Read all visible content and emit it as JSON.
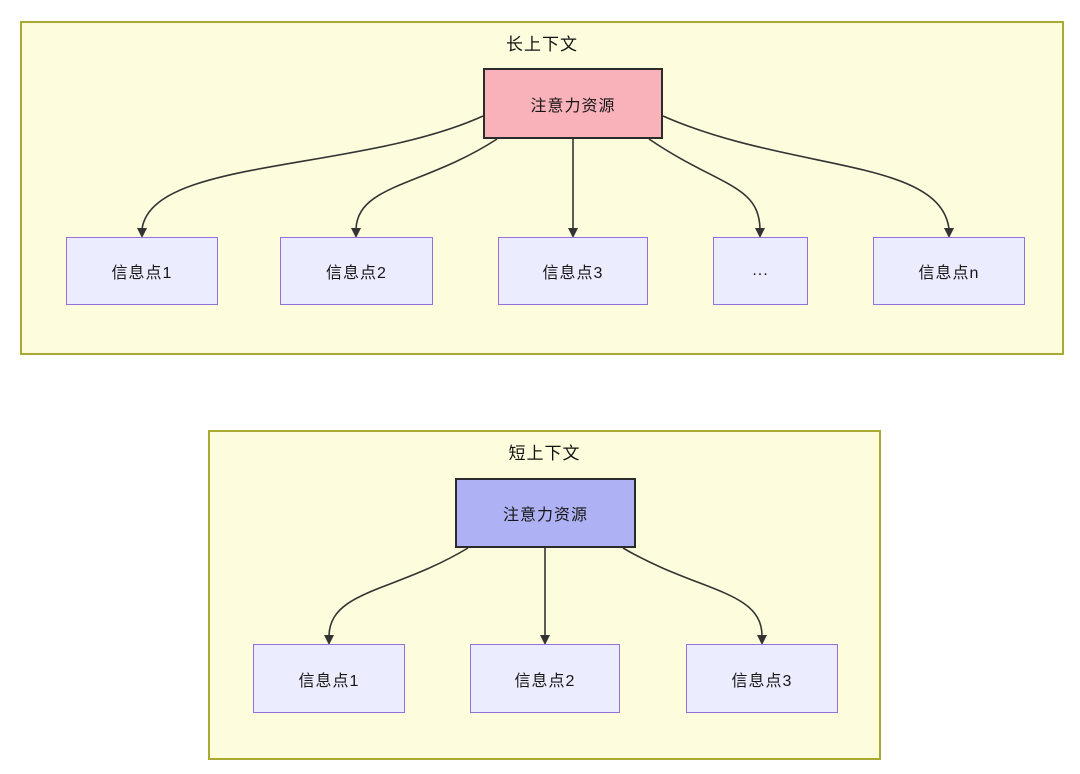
{
  "colors": {
    "container_fill": "#fdfdde",
    "container_border": "#aaaa33",
    "attention_long_fill": "#f9b1ba",
    "attention_short_fill": "#aeb1f4",
    "attention_border": "#2b2b2b",
    "node_fill": "#ececff",
    "node_border": "#9370db",
    "arrow": "#333333",
    "text": "#1f1f1f"
  },
  "long_context": {
    "title": "长上下文",
    "attention_label": "注意力资源",
    "nodes": [
      {
        "label": "信息点1"
      },
      {
        "label": "信息点2"
      },
      {
        "label": "信息点3"
      },
      {
        "label": "..."
      },
      {
        "label": "信息点n"
      }
    ]
  },
  "short_context": {
    "title": "短上下文",
    "attention_label": "注意力资源",
    "nodes": [
      {
        "label": "信息点1"
      },
      {
        "label": "信息点2"
      },
      {
        "label": "信息点3"
      }
    ]
  }
}
